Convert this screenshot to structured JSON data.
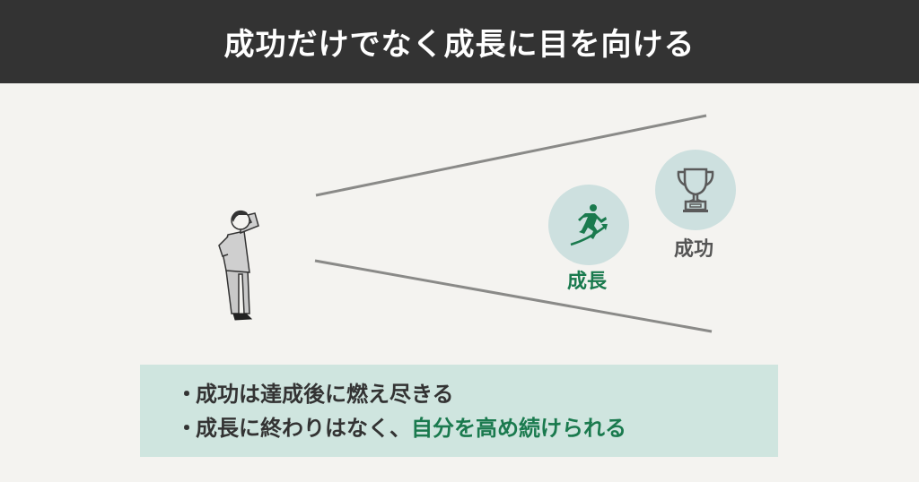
{
  "header": {
    "title": "成功だけでなく成長に目を向ける"
  },
  "colors": {
    "header_bg": "#333333",
    "page_bg": "#f4f3f0",
    "accent_green": "#1a7a4e",
    "circle_fill": "#cde0df",
    "box_fill": "#cfe5df",
    "text_dark": "#333333",
    "text_gray": "#555555",
    "line_gray": "#888888"
  },
  "diagram": {
    "person_icon": "person-shading-eyes-icon",
    "growth": {
      "icon": "runner-uphill-arrow-icon",
      "label": "成長"
    },
    "success": {
      "icon": "trophy-icon",
      "label": "成功"
    }
  },
  "summary": {
    "bullet": "・",
    "items": [
      {
        "text": "成功は達成後に燃え尽きる",
        "highlight": ""
      },
      {
        "text": "成長に終わりはなく、",
        "highlight": "自分を高め続けられる"
      }
    ]
  }
}
